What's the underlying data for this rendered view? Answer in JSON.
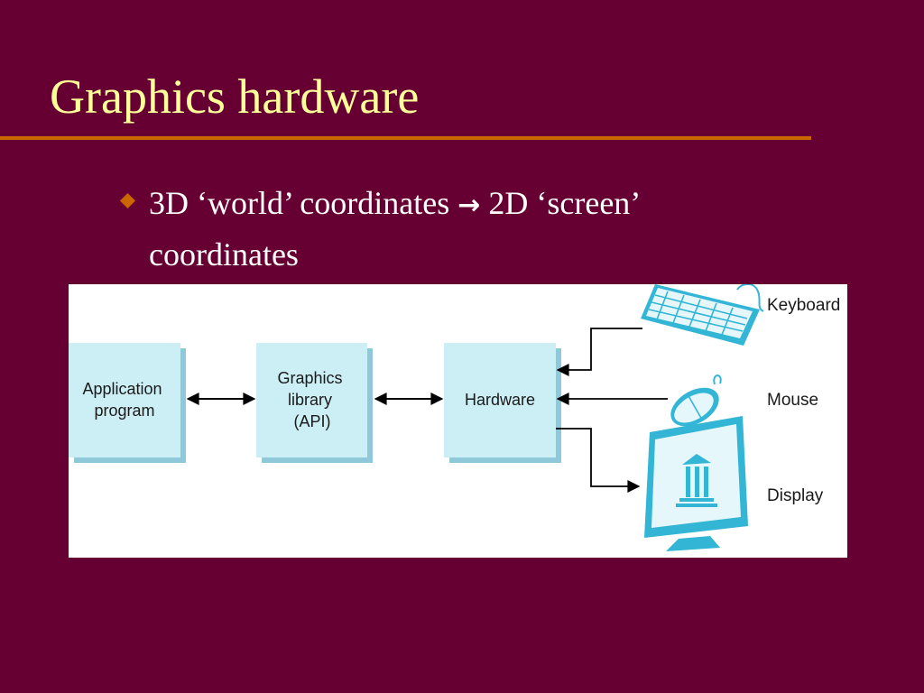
{
  "slide": {
    "title": "Graphics hardware",
    "bullet": {
      "line1_part1": "3D ‘world’ coordinates",
      "arrow": "→",
      "line1_part2": "2D ‘screen’",
      "line2": "coordinates"
    }
  },
  "diagram": {
    "boxes": {
      "application": [
        "Application",
        "program"
      ],
      "graphics_library": [
        "Graphics",
        "library",
        "(API)"
      ],
      "hardware": [
        "Hardware"
      ]
    },
    "devices": {
      "keyboard": "Keyboard",
      "mouse": "Mouse",
      "display": "Display"
    }
  },
  "colors": {
    "background": "#660033",
    "title": "#FFFF99",
    "rule": "#CC6600",
    "bullet_marker": "#CC6600",
    "box_fill": "#CCEEF5",
    "device_outline": "#33B5D6"
  }
}
